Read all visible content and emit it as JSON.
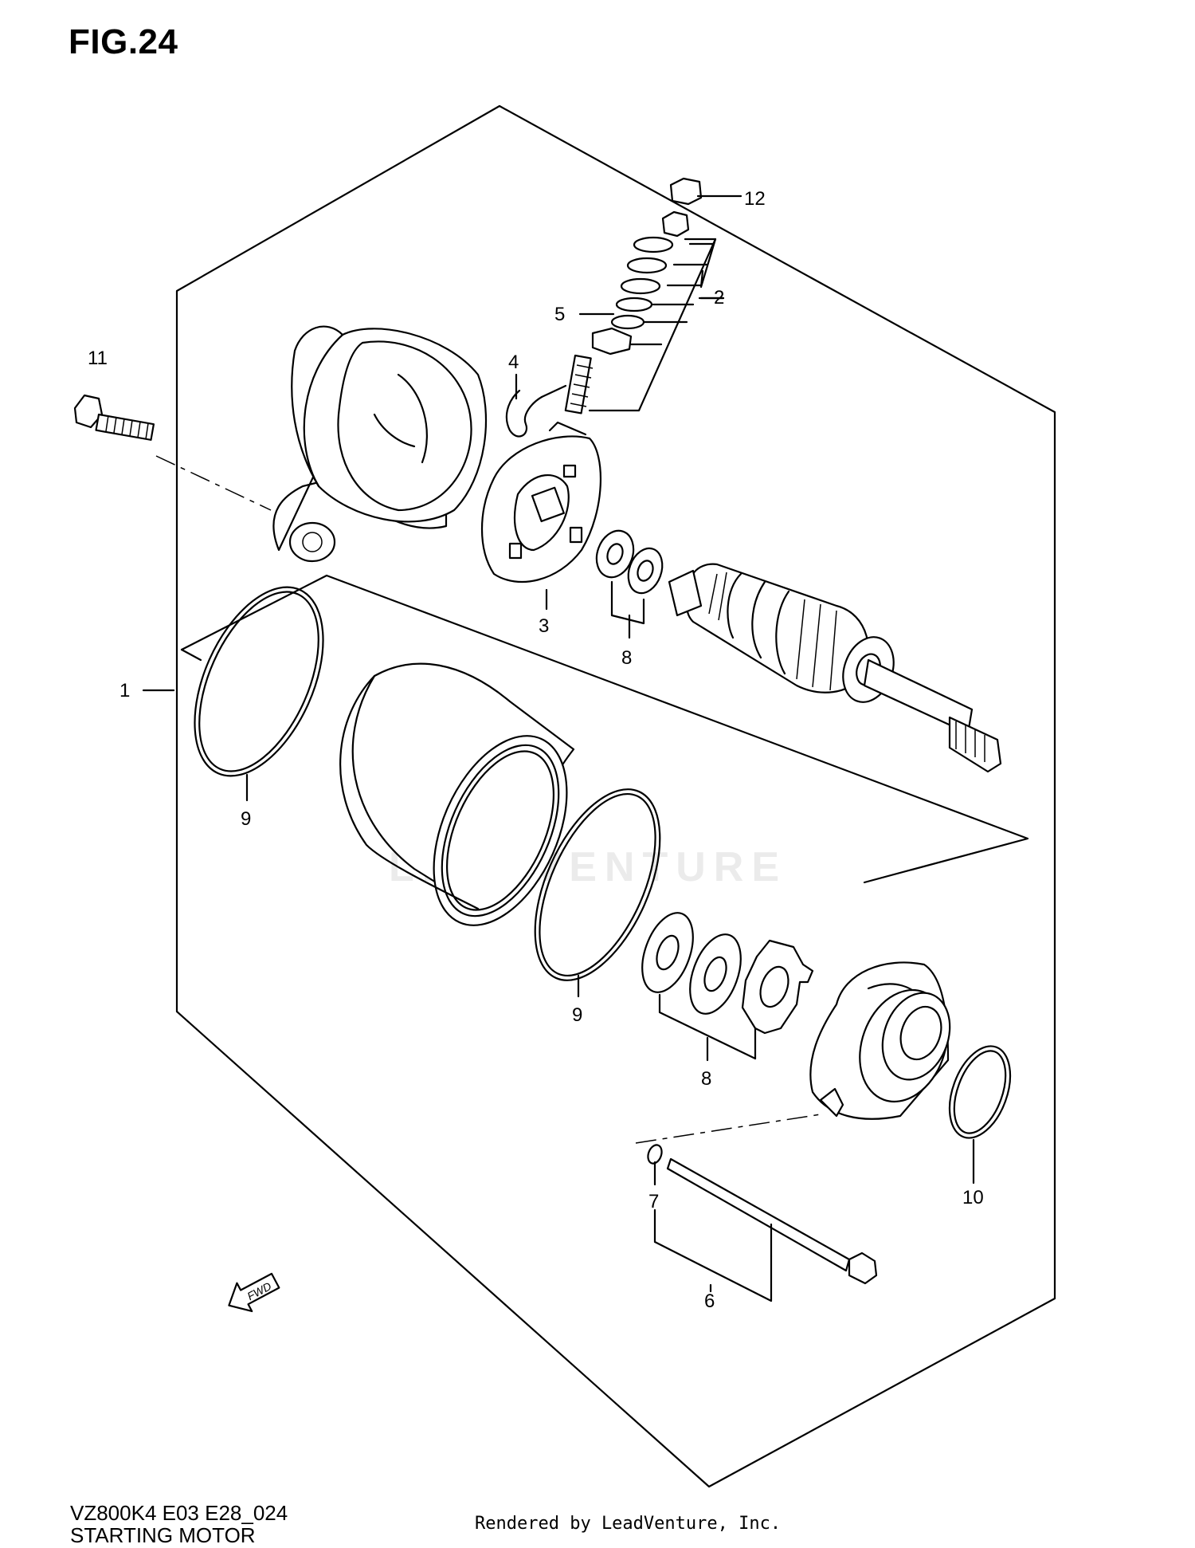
{
  "figure": {
    "title": "FIG.24",
    "model_code": "VZ800K4 E03 E28_024",
    "name": "STARTING MOTOR",
    "rendered_by": "Rendered by LeadVenture, Inc.",
    "watermark": "LEADVENTURE"
  },
  "callouts": [
    {
      "id": "1",
      "label": "1"
    },
    {
      "id": "2",
      "label": "2"
    },
    {
      "id": "3",
      "label": "3"
    },
    {
      "id": "4",
      "label": "4"
    },
    {
      "id": "5",
      "label": "5"
    },
    {
      "id": "6",
      "label": "6"
    },
    {
      "id": "7",
      "label": "7"
    },
    {
      "id": "8a",
      "label": "8"
    },
    {
      "id": "8b",
      "label": "8"
    },
    {
      "id": "9a",
      "label": "9"
    },
    {
      "id": "9b",
      "label": "9"
    },
    {
      "id": "10",
      "label": "10"
    },
    {
      "id": "11",
      "label": "11"
    },
    {
      "id": "12",
      "label": "12"
    }
  ],
  "direction_arrow": {
    "label": "FWD",
    "icon": "fwd-arrow-icon"
  },
  "colors": {
    "line": "#000000",
    "background": "#ffffff",
    "watermark": "#ebebeb"
  }
}
